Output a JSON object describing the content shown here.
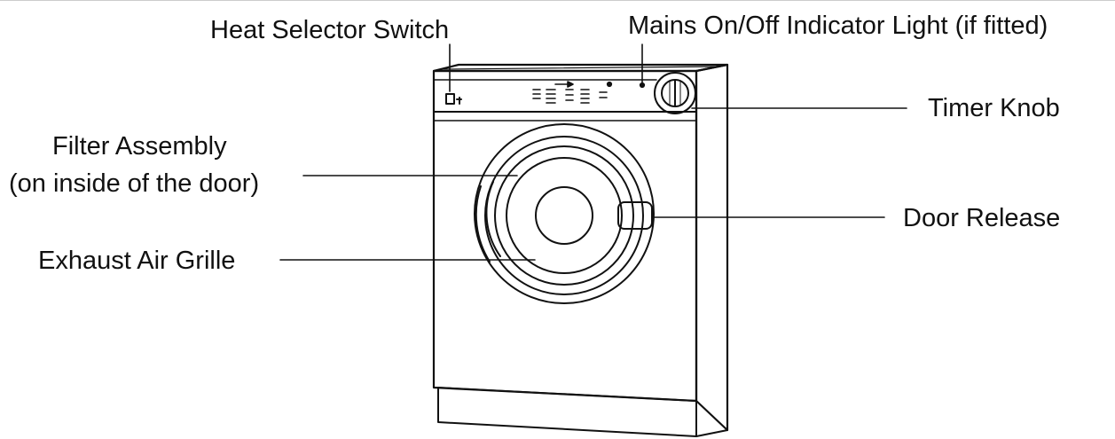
{
  "labels": {
    "heat_selector": "Heat Selector Switch",
    "mains_indicator": "Mains On/Off Indicator Light (if fitted)",
    "timer_knob": "Timer Knob",
    "filter_line1": "Filter Assembly",
    "filter_line2": "(on inside of the door)",
    "door_release": "Door Release",
    "exhaust": "Exhaust Air Grille"
  },
  "colors": {
    "line": "#111111",
    "text": "#111111",
    "background": "#ffffff"
  }
}
